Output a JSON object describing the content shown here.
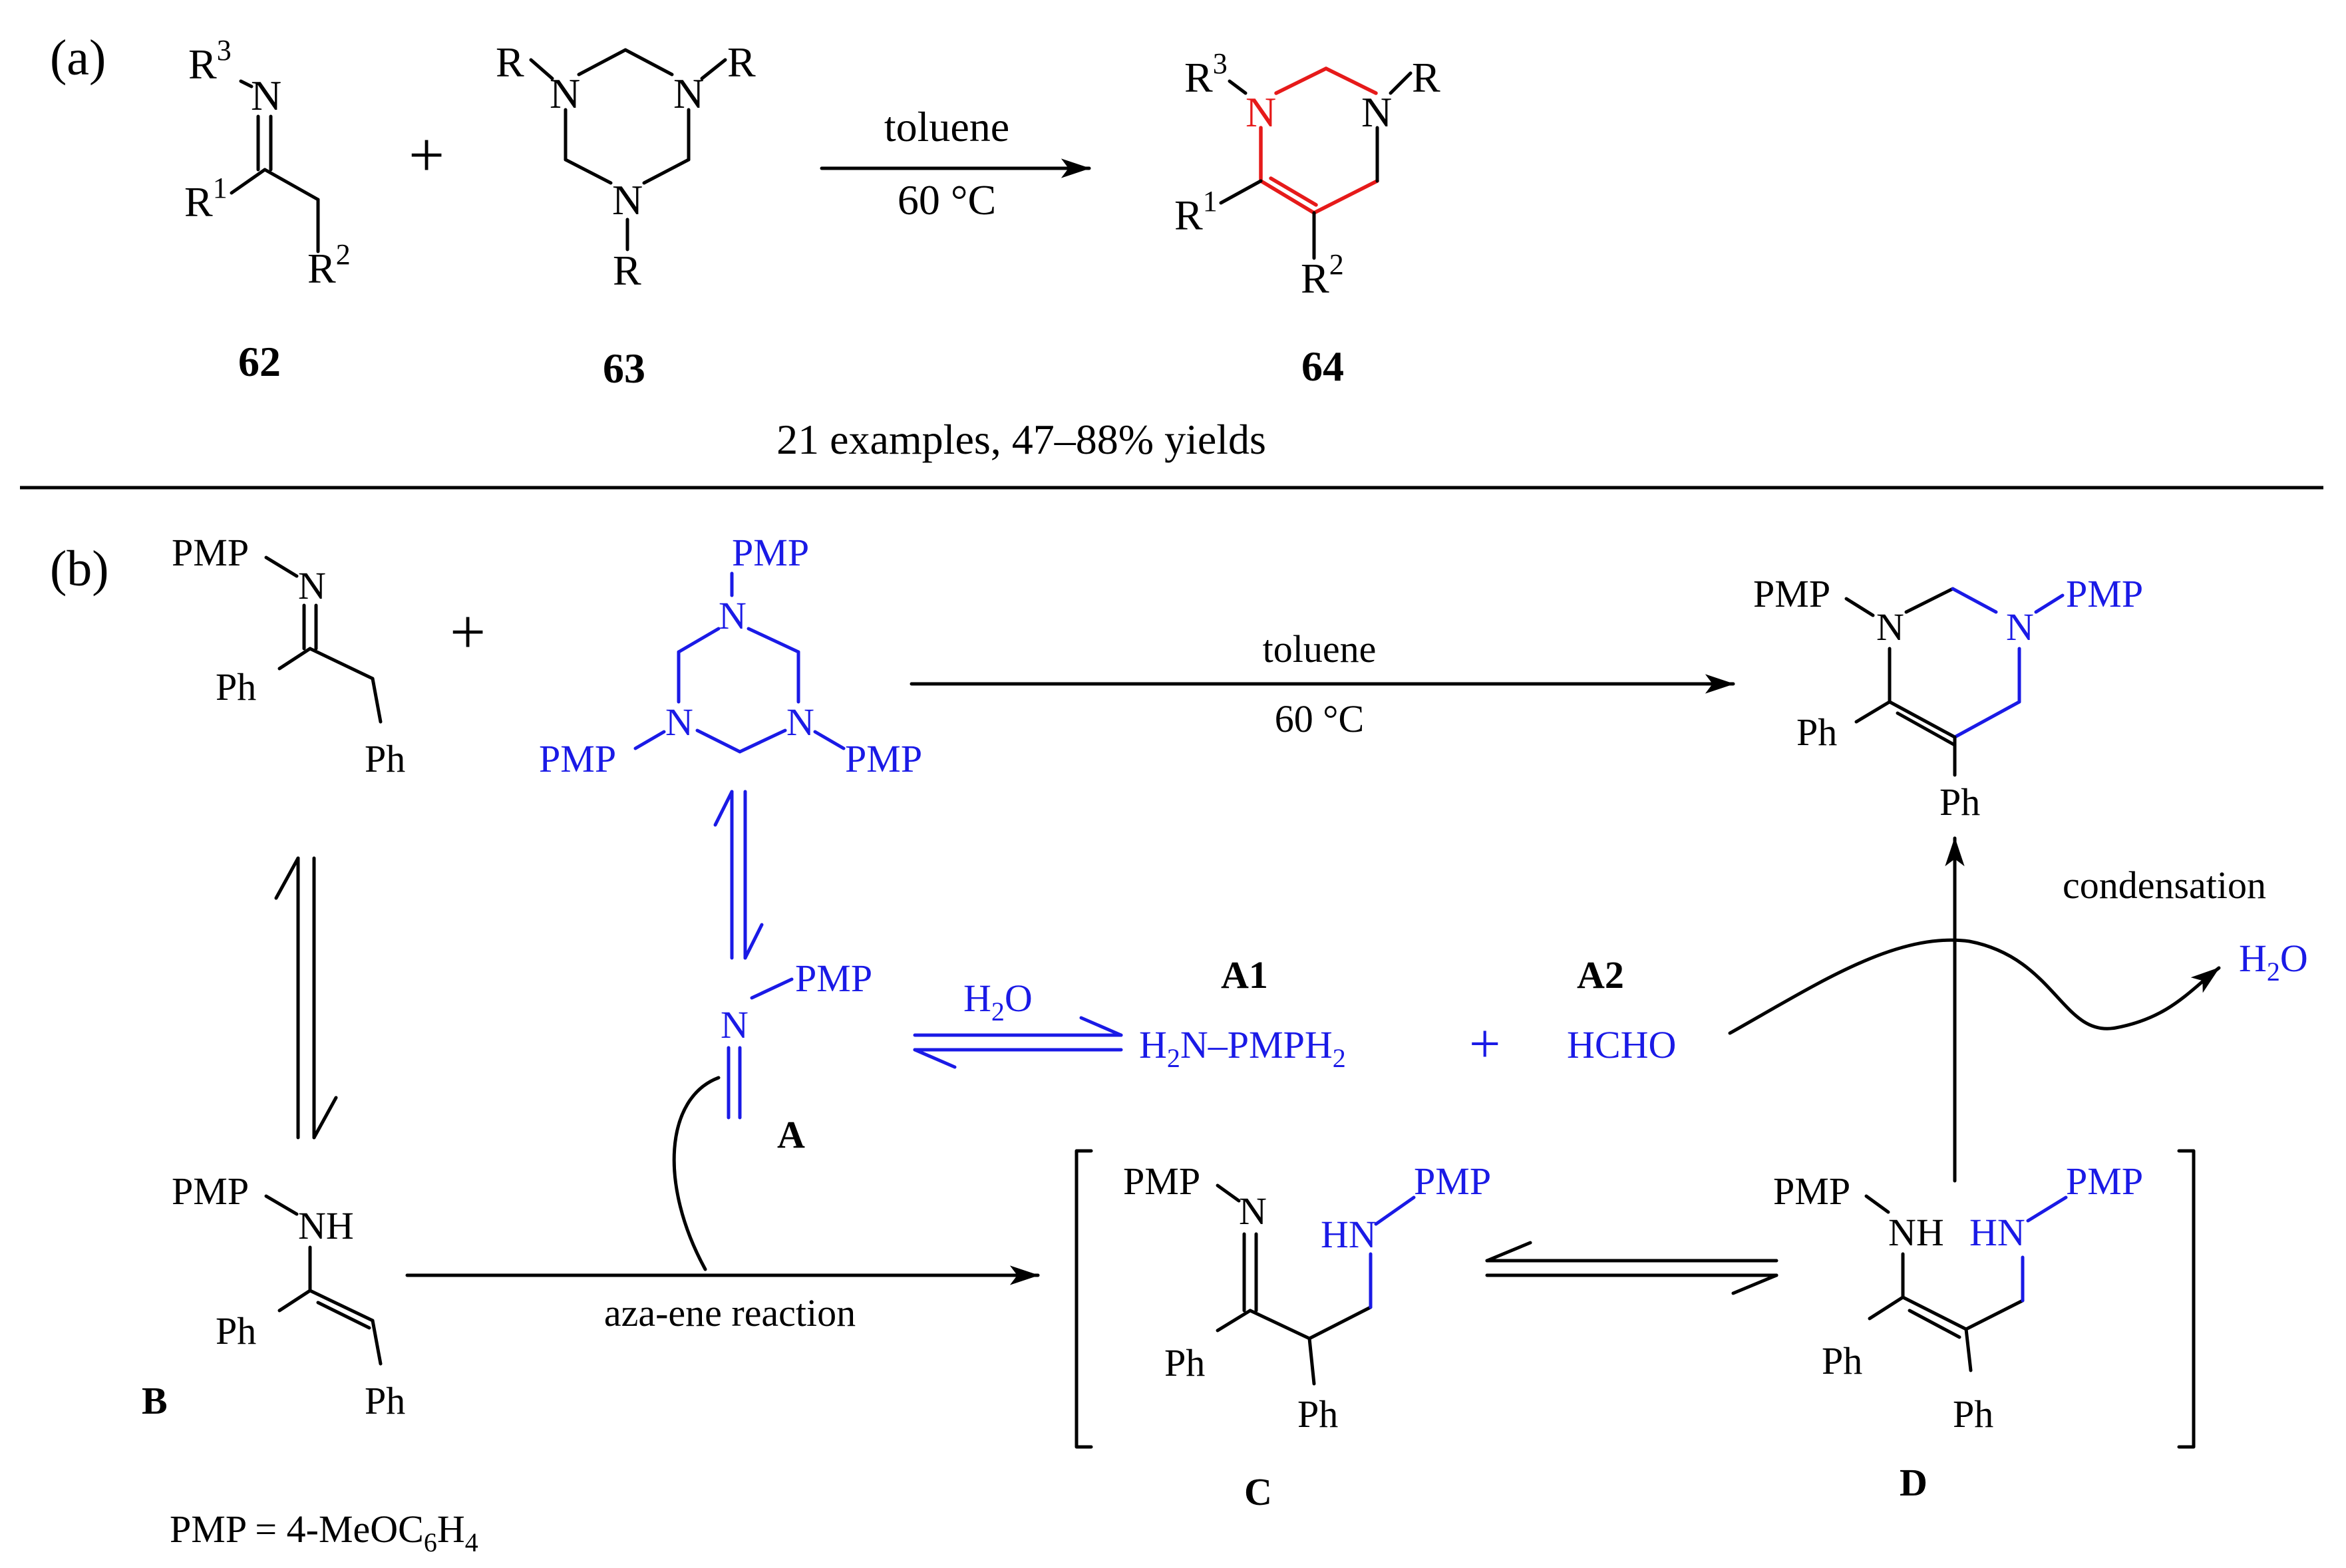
{
  "colors": {
    "black": "#000000",
    "blue": "#1a1ae6",
    "red": "#e61a1a"
  },
  "panel_a": {
    "label": "(a)",
    "plus": "+",
    "conditions": {
      "solvent": "toluene",
      "temperature": "60 °C"
    },
    "reactant_imine": {
      "R1": "R",
      "R1_sup": "1",
      "R2": "R",
      "R2_sup": "2",
      "R3": "R",
      "R3_sup": "3",
      "N": "N",
      "number": "62"
    },
    "reactant_triazinane": {
      "R": "R",
      "N": "N",
      "number": "63"
    },
    "product": {
      "R": "R",
      "R1": "R",
      "R1_sup": "1",
      "R2": "R",
      "R2_sup": "2",
      "R3": "R",
      "R3_sup": "3",
      "N": "N",
      "number": "64"
    },
    "scope": "21 examples, 47–88% yields"
  },
  "panel_b": {
    "label": "(b)",
    "plus": "+",
    "PMP": "PMP",
    "Ph": "Ph",
    "N": "N",
    "NH": "NH",
    "HN": "HN",
    "conditions": {
      "solvent": "toluene",
      "temperature": "60 °C"
    },
    "intermediates": {
      "A": "A",
      "A1": "A1",
      "A2": "A2",
      "B": "B",
      "C": "C",
      "D": "D"
    },
    "water": {
      "H": "H",
      "sub": "2",
      "O": "O"
    },
    "amine": {
      "H": "H",
      "sub1": "2",
      "mid": "N",
      "bond": "–",
      "pmp": "PMPH",
      "sub2": "2"
    },
    "formaldehyde": "HCHO",
    "condensation": "condensation",
    "aza_ene": "aza-ene reaction",
    "pmp_definition": {
      "text": "PMP = 4-MeOC",
      "sub1": "6",
      "mid": "H",
      "sub2": "4"
    }
  }
}
